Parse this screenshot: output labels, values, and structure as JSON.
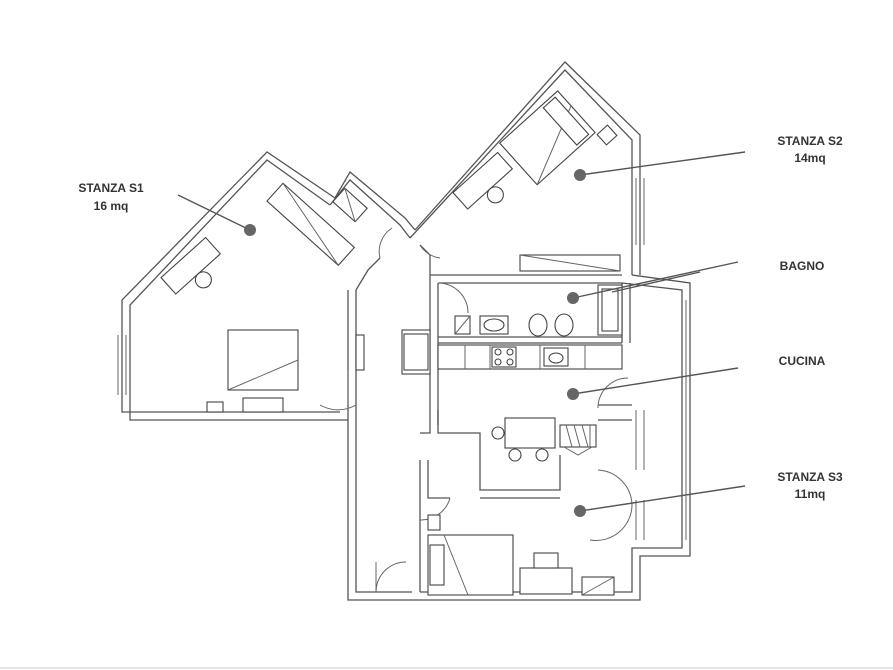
{
  "rooms": {
    "s1": {
      "name": "STANZA S1",
      "area": "16 mq"
    },
    "s2": {
      "name": "STANZA S2",
      "area": "14mq"
    },
    "bagno": {
      "name": "BAGNO"
    },
    "cucina": {
      "name": "CUCINA"
    },
    "s3": {
      "name": "STANZA S3",
      "area": "11mq"
    }
  },
  "colors": {
    "wall": "#555555",
    "marker": "#666666",
    "label": "#333333"
  }
}
